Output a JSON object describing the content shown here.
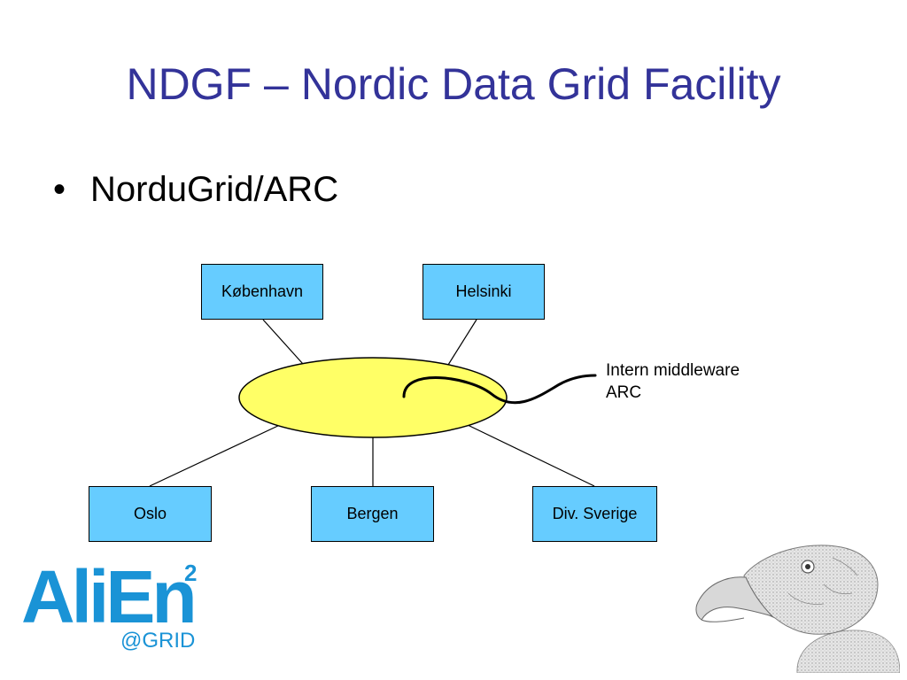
{
  "title": "NDGF – Nordic Data Grid Facility",
  "bullet": {
    "marker": "•",
    "text": "NorduGrid/ARC"
  },
  "diagram": {
    "center_fill": "#ffff66",
    "node_fill": "#66ccff",
    "nodes": {
      "kobenhavn": "København",
      "helsinki": "Helsinki",
      "oslo": "Oslo",
      "bergen": "Bergen",
      "sverige": "Div. Sverige"
    },
    "callout": {
      "line1": "Intern middleware",
      "line2": "ARC"
    }
  },
  "logo": {
    "wordmark": "AliEn",
    "superscript": "2",
    "tagline": "@GRID",
    "color": "#1a93d6"
  },
  "colors": {
    "title": "#333399",
    "text": "#000000"
  },
  "icons": {
    "decoration": "condor-head-illustration"
  }
}
